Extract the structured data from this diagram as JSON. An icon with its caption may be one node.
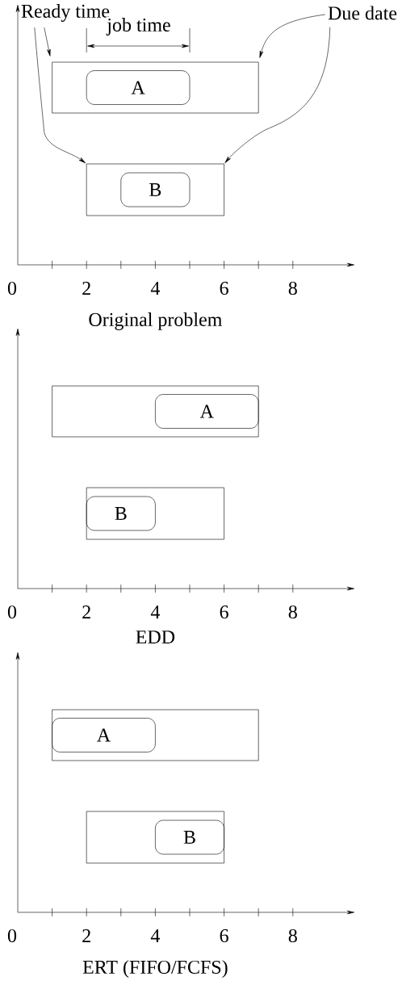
{
  "diagram": {
    "nodes": [
      {
        "text": [
          "Ready time"
        ]
      },
      {
        "text": [
          "Due date"
        ]
      },
      {
        "text": [],
        "shape": "box"
      },
      {
        "text": [
          "A"
        ],
        "in": 2
      },
      {
        "text": [],
        "shape": "box"
      },
      {
        "text": [
          "B"
        ],
        "in": 4
      },
      {
        "text": [],
        "shape": "box"
      },
      {
        "text": [
          "A"
        ],
        "in": 6
      },
      {
        "text": [],
        "shape": "box"
      },
      {
        "text": [
          "B"
        ],
        "in": 8
      },
      {
        "text": [],
        "shape": "box"
      },
      {
        "text": [
          "A"
        ],
        "in": 10
      },
      {
        "text": [],
        "shape": "box"
      },
      {
        "text": [
          "B"
        ],
        "in": 12
      }
    ],
    "edges": [
      {
        "from": 0,
        "to": 2,
        "arrow": "to"
      },
      {
        "from": 0,
        "to": 4,
        "arrow": "to"
      },
      {
        "from": 1,
        "to": 2,
        "arrow": "to"
      },
      {
        "from": 1,
        "to": 4,
        "arrow": "to"
      }
    ],
    "labels": [
      "job time",
      "0",
      "2",
      "4",
      "6",
      "8",
      "Original problem",
      "0",
      "2",
      "4",
      "6",
      "8",
      "EDD",
      "0",
      "2",
      "4",
      "6",
      "8",
      "ERT (FIFO/FCFS)"
    ]
  }
}
